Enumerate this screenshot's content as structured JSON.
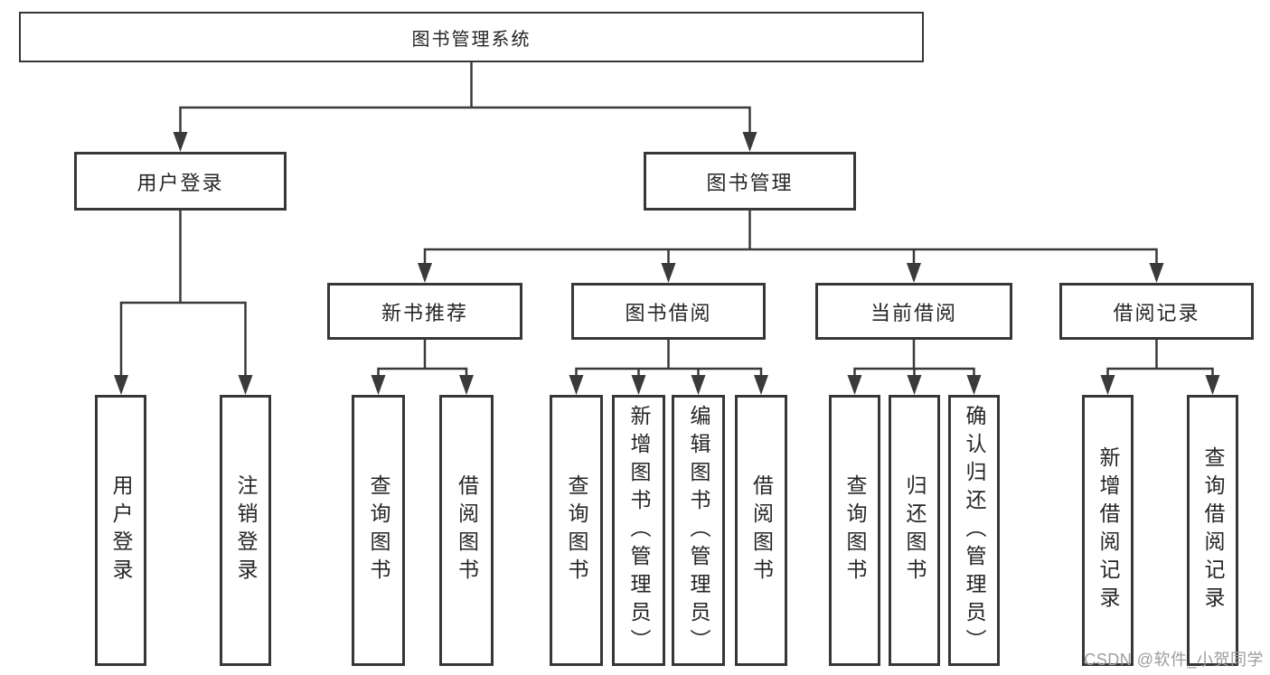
{
  "tree": {
    "label": "图书管理系统",
    "children": [
      {
        "label": "用户登录",
        "children": [
          {
            "label": "用户登录"
          },
          {
            "label": "注销登录"
          }
        ]
      },
      {
        "label": "图书管理",
        "children": [
          {
            "label": "新书推荐",
            "children": [
              {
                "label": "查询图书"
              },
              {
                "label": "借阅图书"
              }
            ]
          },
          {
            "label": "图书借阅",
            "children": [
              {
                "label": "查询图书"
              },
              {
                "label": "新增图书（管理员）"
              },
              {
                "label": "编辑图书（管理员）"
              },
              {
                "label": "借阅图书"
              }
            ]
          },
          {
            "label": "当前借阅",
            "children": [
              {
                "label": "查询图书"
              },
              {
                "label": "归还图书"
              },
              {
                "label": "确认归还（管理员）"
              }
            ]
          },
          {
            "label": "借阅记录",
            "children": [
              {
                "label": "新增借阅记录"
              },
              {
                "label": "查询借阅记录"
              }
            ]
          }
        ]
      }
    ]
  },
  "watermark": {
    "text": "CSDN @软件_小贺同学"
  },
  "colors": {
    "line": "#3a3a3a",
    "box_border": "#373737",
    "text": "#262626",
    "watermark": "#9d9d9d",
    "background": "#ffffff"
  }
}
